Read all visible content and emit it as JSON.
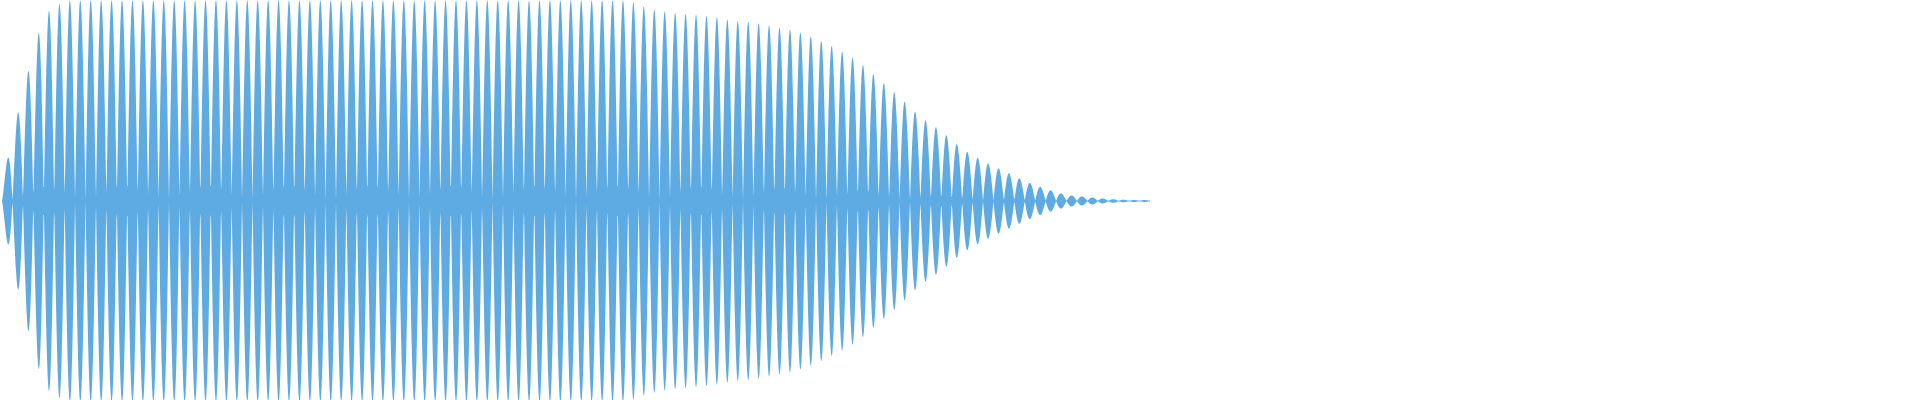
{
  "waveform": {
    "color": "#5DABE2",
    "background": "#FFFFFF",
    "peaks": [
      0.09,
      0.55,
      0.93,
      1.0,
      1.0,
      1.0,
      1.0,
      1.0,
      1.0,
      1.0,
      1.0,
      1.0,
      1.0,
      1.0,
      1.0,
      1.0,
      1.0,
      1.0,
      1.0,
      1.0,
      1.0,
      1.0,
      1.0,
      1.0,
      1.0,
      1.0,
      1.0,
      1.0,
      1.0,
      1.0,
      1.0,
      0.96,
      0.94,
      0.93,
      0.92,
      0.9,
      0.89,
      0.87,
      0.85,
      0.81,
      0.76,
      0.7,
      0.61,
      0.52,
      0.42,
      0.35,
      0.26,
      0.2,
      0.15,
      0.1,
      0.06,
      0.03,
      0.02,
      0.01,
      0.005
    ]
  }
}
